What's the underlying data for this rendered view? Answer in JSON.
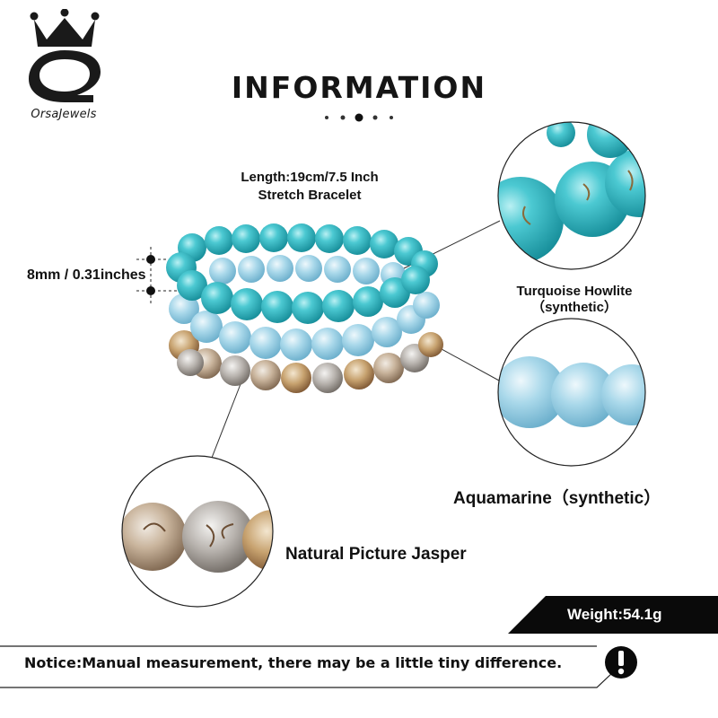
{
  "brand": {
    "name": "OrsaJewels",
    "logo_icon": "crown-o-logo-icon"
  },
  "heading": {
    "title": "INFORMATION"
  },
  "specs": {
    "length": "Length:19cm/7.5 Inch",
    "type": "Stretch Bracelet",
    "bead_size": "8mm / 0.31inches",
    "weight": "Weight:54.1g"
  },
  "materials": {
    "turquoise_line1": "Turquoise Howlite",
    "turquoise_line2": "（synthetic）",
    "aquamarine": "Aquamarine（synthetic）",
    "jasper": "Natural Picture Jasper"
  },
  "notice": {
    "text": "Notice:Manual measurement, there may be a little tiny difference.",
    "icon": "exclamation-icon"
  },
  "colors": {
    "turquoise": "#3fbfc8",
    "aquamarine": "#9fd3e6",
    "jasper": "#b9a48c",
    "text": "#111111",
    "banner": "#0a0a0a"
  }
}
